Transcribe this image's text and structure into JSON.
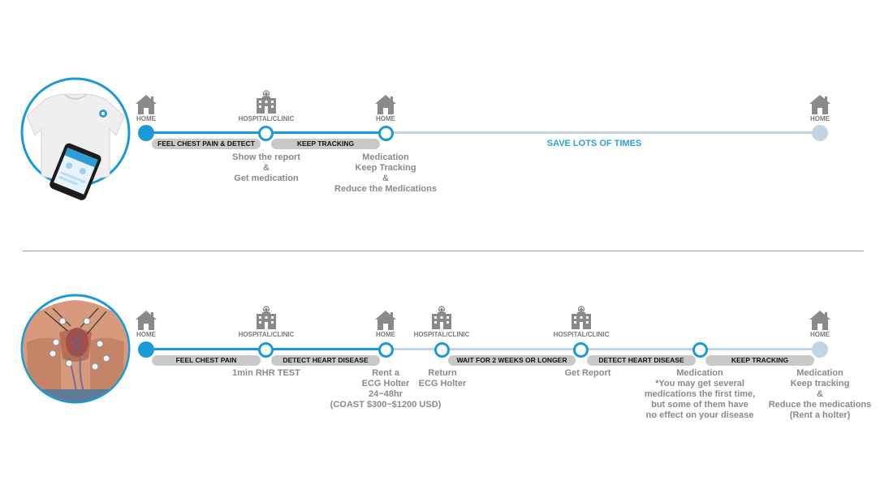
{
  "top": {
    "stops": [
      {
        "label": "HOME",
        "icon": "home-icon"
      },
      {
        "label": "HOSPITAL/CLINIC",
        "icon": "hospital-icon"
      },
      {
        "label": "HOME",
        "icon": "home-icon"
      },
      {
        "label": "HOME",
        "icon": "home-icon"
      }
    ],
    "segments": [
      "FEEL CHEST PAIN & DETECT",
      "KEEP TRACKING"
    ],
    "highlight": "SAVE LOTS OF TIMES",
    "notes": [
      [
        "Show the report",
        "&",
        "Get medication"
      ],
      [
        "Medication",
        "Keep Tracking",
        "&",
        "Reduce the Medications"
      ]
    ]
  },
  "bottom": {
    "stops": [
      {
        "label": "HOME",
        "icon": "home-icon"
      },
      {
        "label": "HOSPITAL/CLINIC",
        "icon": "hospital-icon"
      },
      {
        "label": "HOME",
        "icon": "home-icon"
      },
      {
        "label": "HOSPITAL/CLINIC",
        "icon": "hospital-icon"
      },
      {
        "label": "HOSPITAL/CLINIC",
        "icon": "hospital-icon"
      },
      {
        "label": "HOME",
        "icon": "home-icon"
      }
    ],
    "segments": [
      "FEEL CHEST PAIN",
      "DETECT HEART DISEASE",
      "WAIT FOR 2 WEEKS OR LONGER",
      "DETECT HEART DISEASE",
      "KEEP TRACKING"
    ],
    "notes": [
      [
        "1min RHR TEST"
      ],
      [
        "Rent a",
        "ECG Holter",
        "24~48hr",
        "(COAST $300~$1200 USD)"
      ],
      [
        "Return",
        "ECG Holter"
      ],
      [
        "Get Report"
      ],
      [
        "Medication",
        "*You may get several",
        "medications the first time,",
        "but some of them have",
        "no effect on your disease"
      ],
      [
        "Medication",
        "Keep tracking",
        "&",
        "Reduce the medications",
        "(Rent a holter)"
      ]
    ]
  },
  "colors": {
    "accent": "#1a9ad6",
    "track_light": "#c2d3e2",
    "end_node": "#c3d4e3",
    "icon_gray": "#8a8a8a",
    "pill": "#c9c9c9"
  }
}
